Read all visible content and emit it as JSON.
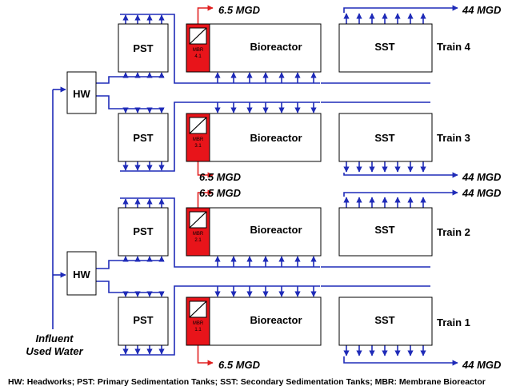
{
  "colors": {
    "flow": "#1f2bb8",
    "red": "#e02020",
    "mbr": "#e8141a",
    "box": "#000000"
  },
  "headworks": [
    "HW",
    "HW"
  ],
  "influent": [
    "Influent",
    "Used Water"
  ],
  "trains": [
    {
      "name": "Train 4",
      "pst": "PST",
      "mbr": [
        "MBR",
        "4.1"
      ],
      "bio": "Bioreactor",
      "sst": "SST",
      "mbr_flow": "6.5 MGD",
      "out_flow": "44 MGD"
    },
    {
      "name": "Train 3",
      "pst": "PST",
      "mbr": [
        "MBR",
        "3.1"
      ],
      "bio": "Bioreactor",
      "sst": "SST",
      "mbr_flow": "6.5 MGD",
      "out_flow": "44 MGD"
    },
    {
      "name": "Train 2",
      "pst": "PST",
      "mbr": [
        "MBR",
        "2.1"
      ],
      "bio": "Bioreactor",
      "sst": "SST",
      "mbr_flow": "6.5 MGD",
      "out_flow": "44 MGD"
    },
    {
      "name": "Train 1",
      "pst": "PST",
      "mbr": [
        "MBR",
        "1.1"
      ],
      "bio": "Bioreactor",
      "sst": "SST",
      "mbr_flow": "6.5 MGD",
      "out_flow": "44 MGD"
    }
  ],
  "caption": "HW: Headworks; PST: Primary Sedimentation Tanks; SST: Secondary Sedimentation Tanks; MBR: Membrane Bioreactor"
}
